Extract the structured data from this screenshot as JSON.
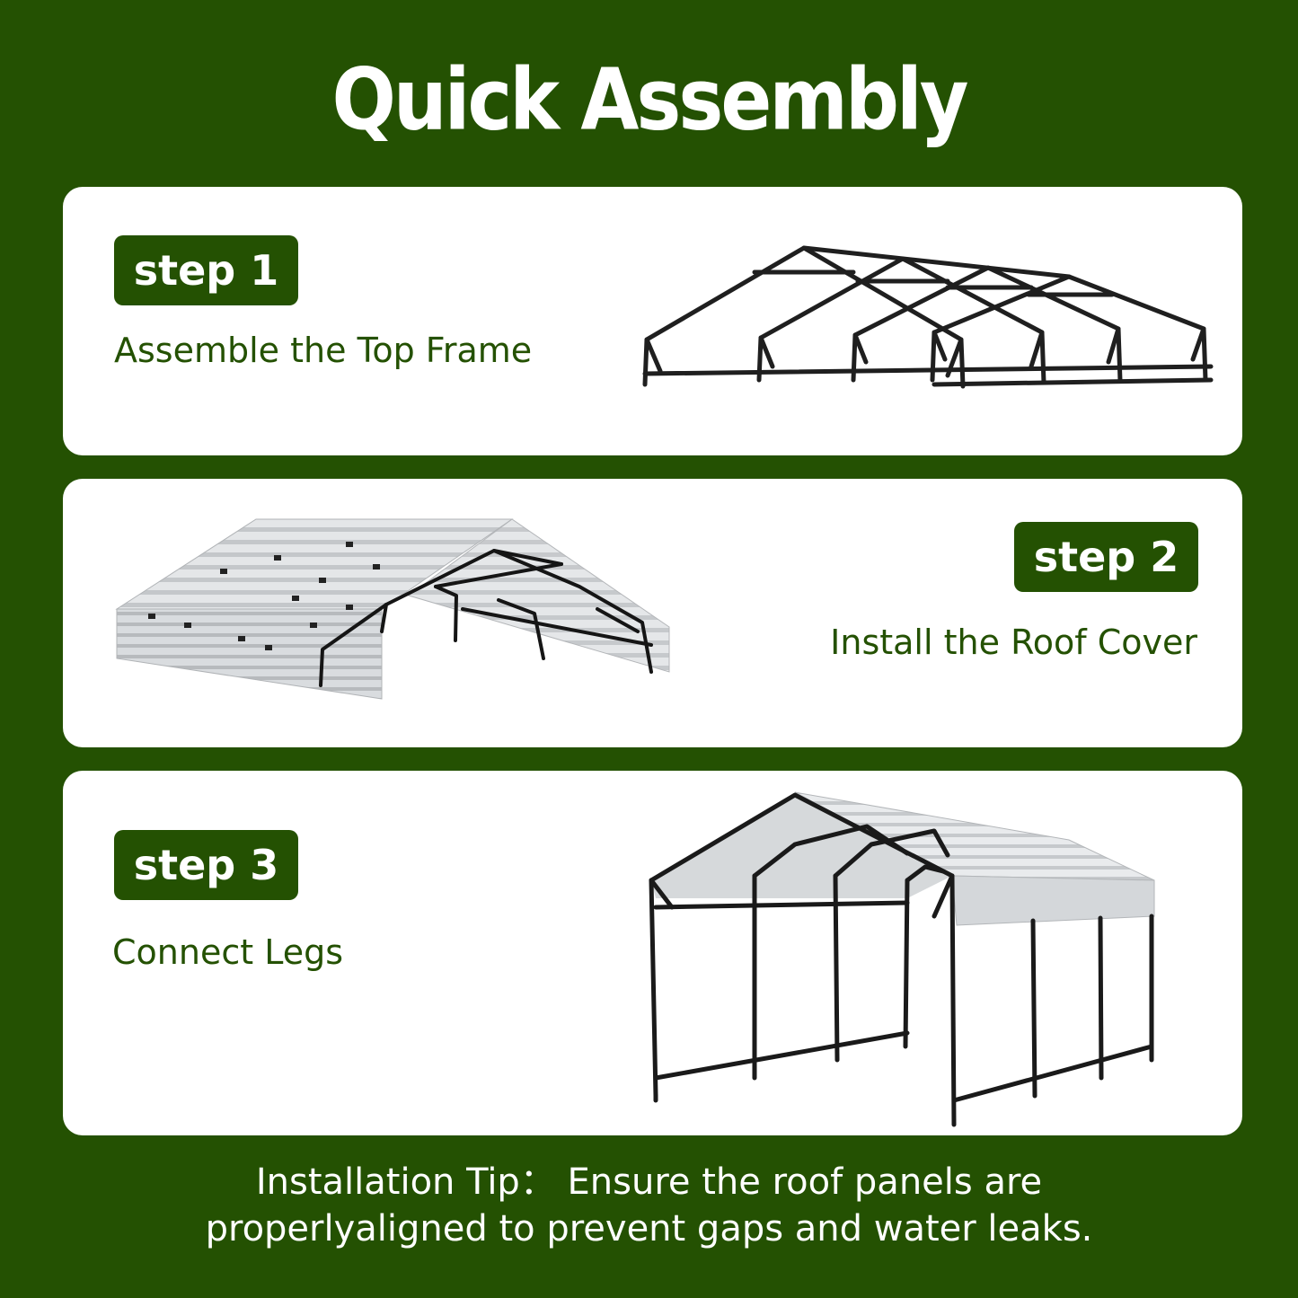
{
  "title": "Quick Assembly",
  "steps": [
    {
      "badge": "step 1",
      "label": "Assemble the Top Frame"
    },
    {
      "badge": "step 2",
      "label": "Install the Roof Cover"
    },
    {
      "badge": "step 3",
      "label": "Connect Legs"
    }
  ],
  "tip": {
    "line1": "Installation Tip：  Ensure the roof panels are",
    "line2": "properlyaligned to prevent gaps and water leaks."
  },
  "colors": {
    "background": "#245102",
    "card": "#ffffff",
    "accent": "#245102"
  }
}
